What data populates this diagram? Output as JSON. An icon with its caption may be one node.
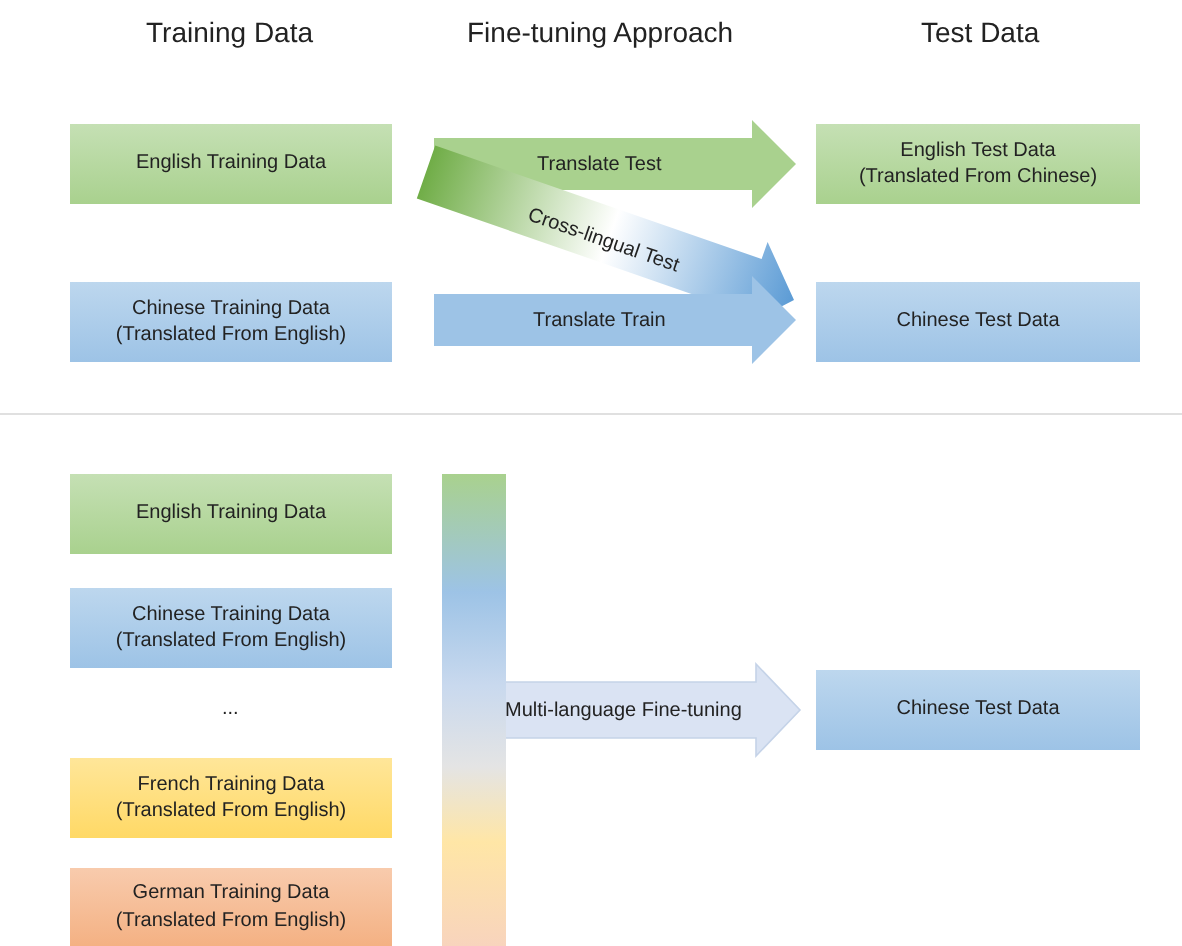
{
  "diagram": {
    "nodes": [
      {
        "text": [
          "English Training Data"
        ]
      },
      {
        "text": [
          "English Test Data (Translated From Chinese)"
        ]
      },
      {
        "text": [
          "Chinese Training Data (Translated From English)"
        ]
      },
      {
        "text": [
          "Chinese Test Data"
        ]
      },
      {
        "text": [
          "English Training Data"
        ]
      },
      {
        "text": [],
        "shape": "bar"
      },
      {
        "text": [
          "Chinese Training Data (Translated From English)"
        ]
      },
      {
        "text": [
          "Chinese Test Data"
        ]
      },
      {
        "text": [
          "French Training Data (Translated From English)"
        ]
      },
      {
        "text": [
          "German Training Data (Translated From English)"
        ]
      }
    ],
    "edges": [
      {
        "from": 0,
        "to": 1,
        "arrow": "to",
        "label": "Translate Test",
        "color": "#a9d18e"
      },
      {
        "from": 0,
        "to": 3,
        "arrow": "to",
        "label": "Cross-lingual Test",
        "color": "#5b9bd5"
      },
      {
        "from": 2,
        "to": 3,
        "arrow": "to",
        "label": "Translate Train",
        "color": "#9dc3e6"
      },
      {
        "from": 5,
        "to": 7,
        "arrow": "to",
        "label": "Multi-language Fine-tuning",
        "color": "#dae3f3"
      }
    ],
    "labels": [
      "Training Data",
      "Fine-tuning Approach",
      "Test Data",
      "..."
    ]
  }
}
